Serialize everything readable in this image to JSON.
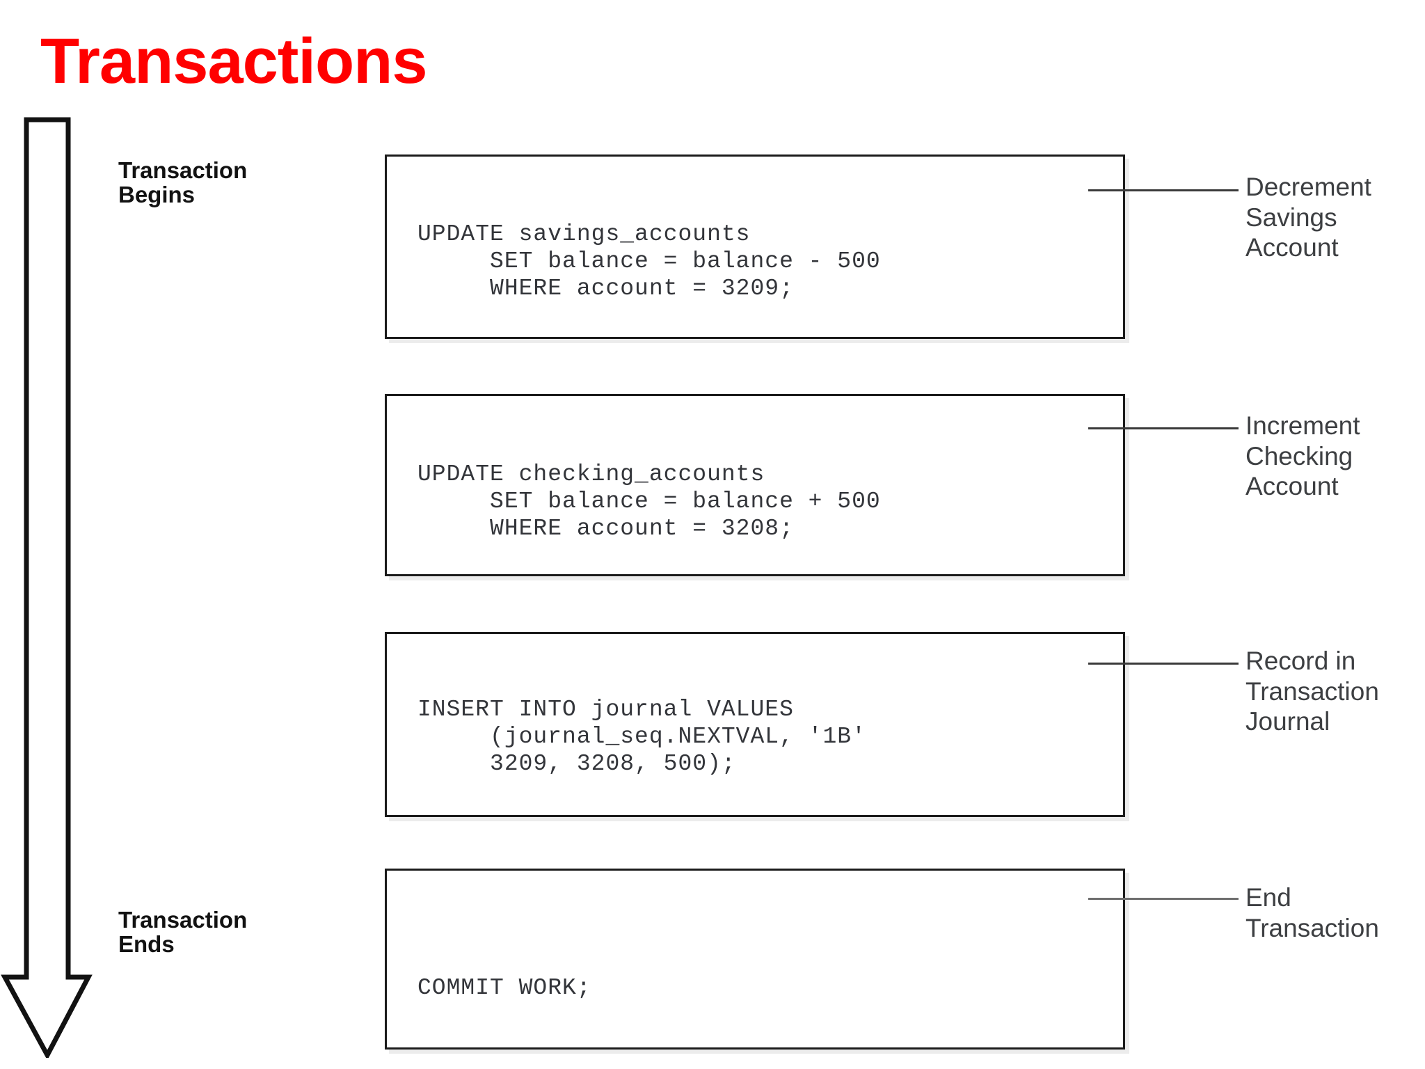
{
  "slide": {
    "title": "Transactions",
    "title_color": "#FF0000",
    "background_color": "#FFFFFF"
  },
  "timeline": {
    "arrow_direction": "down",
    "begin_label": "Transaction\nBegins",
    "end_label": "Transaction\nEnds"
  },
  "steps": [
    {
      "id": "decrement-savings",
      "code": "UPDATE savings_accounts\n     SET balance = balance - 500\n     WHERE account = 3209;",
      "callout": "Decrement\nSavings\nAccount"
    },
    {
      "id": "increment-checking",
      "code": "UPDATE checking_accounts\n     SET balance = balance + 500\n     WHERE account = 3208;",
      "callout": "Increment\nChecking\nAccount"
    },
    {
      "id": "journal-insert",
      "code": "INSERT INTO journal VALUES\n     (journal_seq.NEXTVAL, '1B'\n     3209, 3208, 500);",
      "callout": "Record in\nTransaction\nJournal"
    },
    {
      "id": "commit",
      "code": "COMMIT WORK;",
      "callout": "End\nTransaction"
    }
  ]
}
